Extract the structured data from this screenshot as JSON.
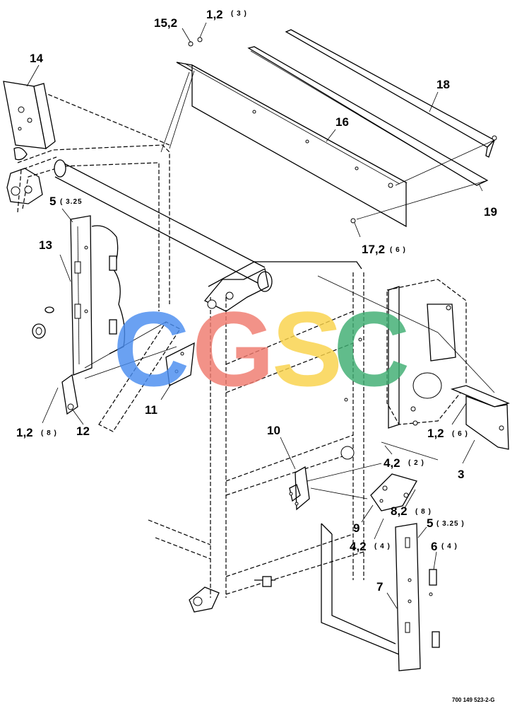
{
  "labels": {
    "l14": "14",
    "l15": "15,2",
    "l1top": "1,2",
    "l1top_q": "( 3 )",
    "l16": "16",
    "l18": "18",
    "l19": "19",
    "l17": "17,2",
    "l17_q": "( 6 )",
    "l5a": "5",
    "l5a_q": "( 3.25",
    "l13": "13",
    "l11": "11",
    "l12": "12",
    "l1left": "1,2",
    "l1left_q": "( 8 )",
    "l3": "3",
    "l1right": "1,2",
    "l1right_q": "( 6 )",
    "l10": "10",
    "l4a": "4,2",
    "l4a_q": "( 2 )",
    "l8": "8,2",
    "l8_q": "( 8 )",
    "l9": "9",
    "l4b": "4,2",
    "l4b_q": "( 4 )",
    "l5b": "5",
    "l5b_q": "( 3.25 )",
    "l6": "6",
    "l6_q": "( 4 )",
    "l7": "7"
  },
  "watermark": {
    "letters": [
      "C",
      "G",
      "S",
      "C"
    ],
    "colors": [
      "#4a8df0",
      "#f07b6e",
      "#f9d24a",
      "#3fae72"
    ]
  },
  "footer_code": "700 149 523-2-G"
}
